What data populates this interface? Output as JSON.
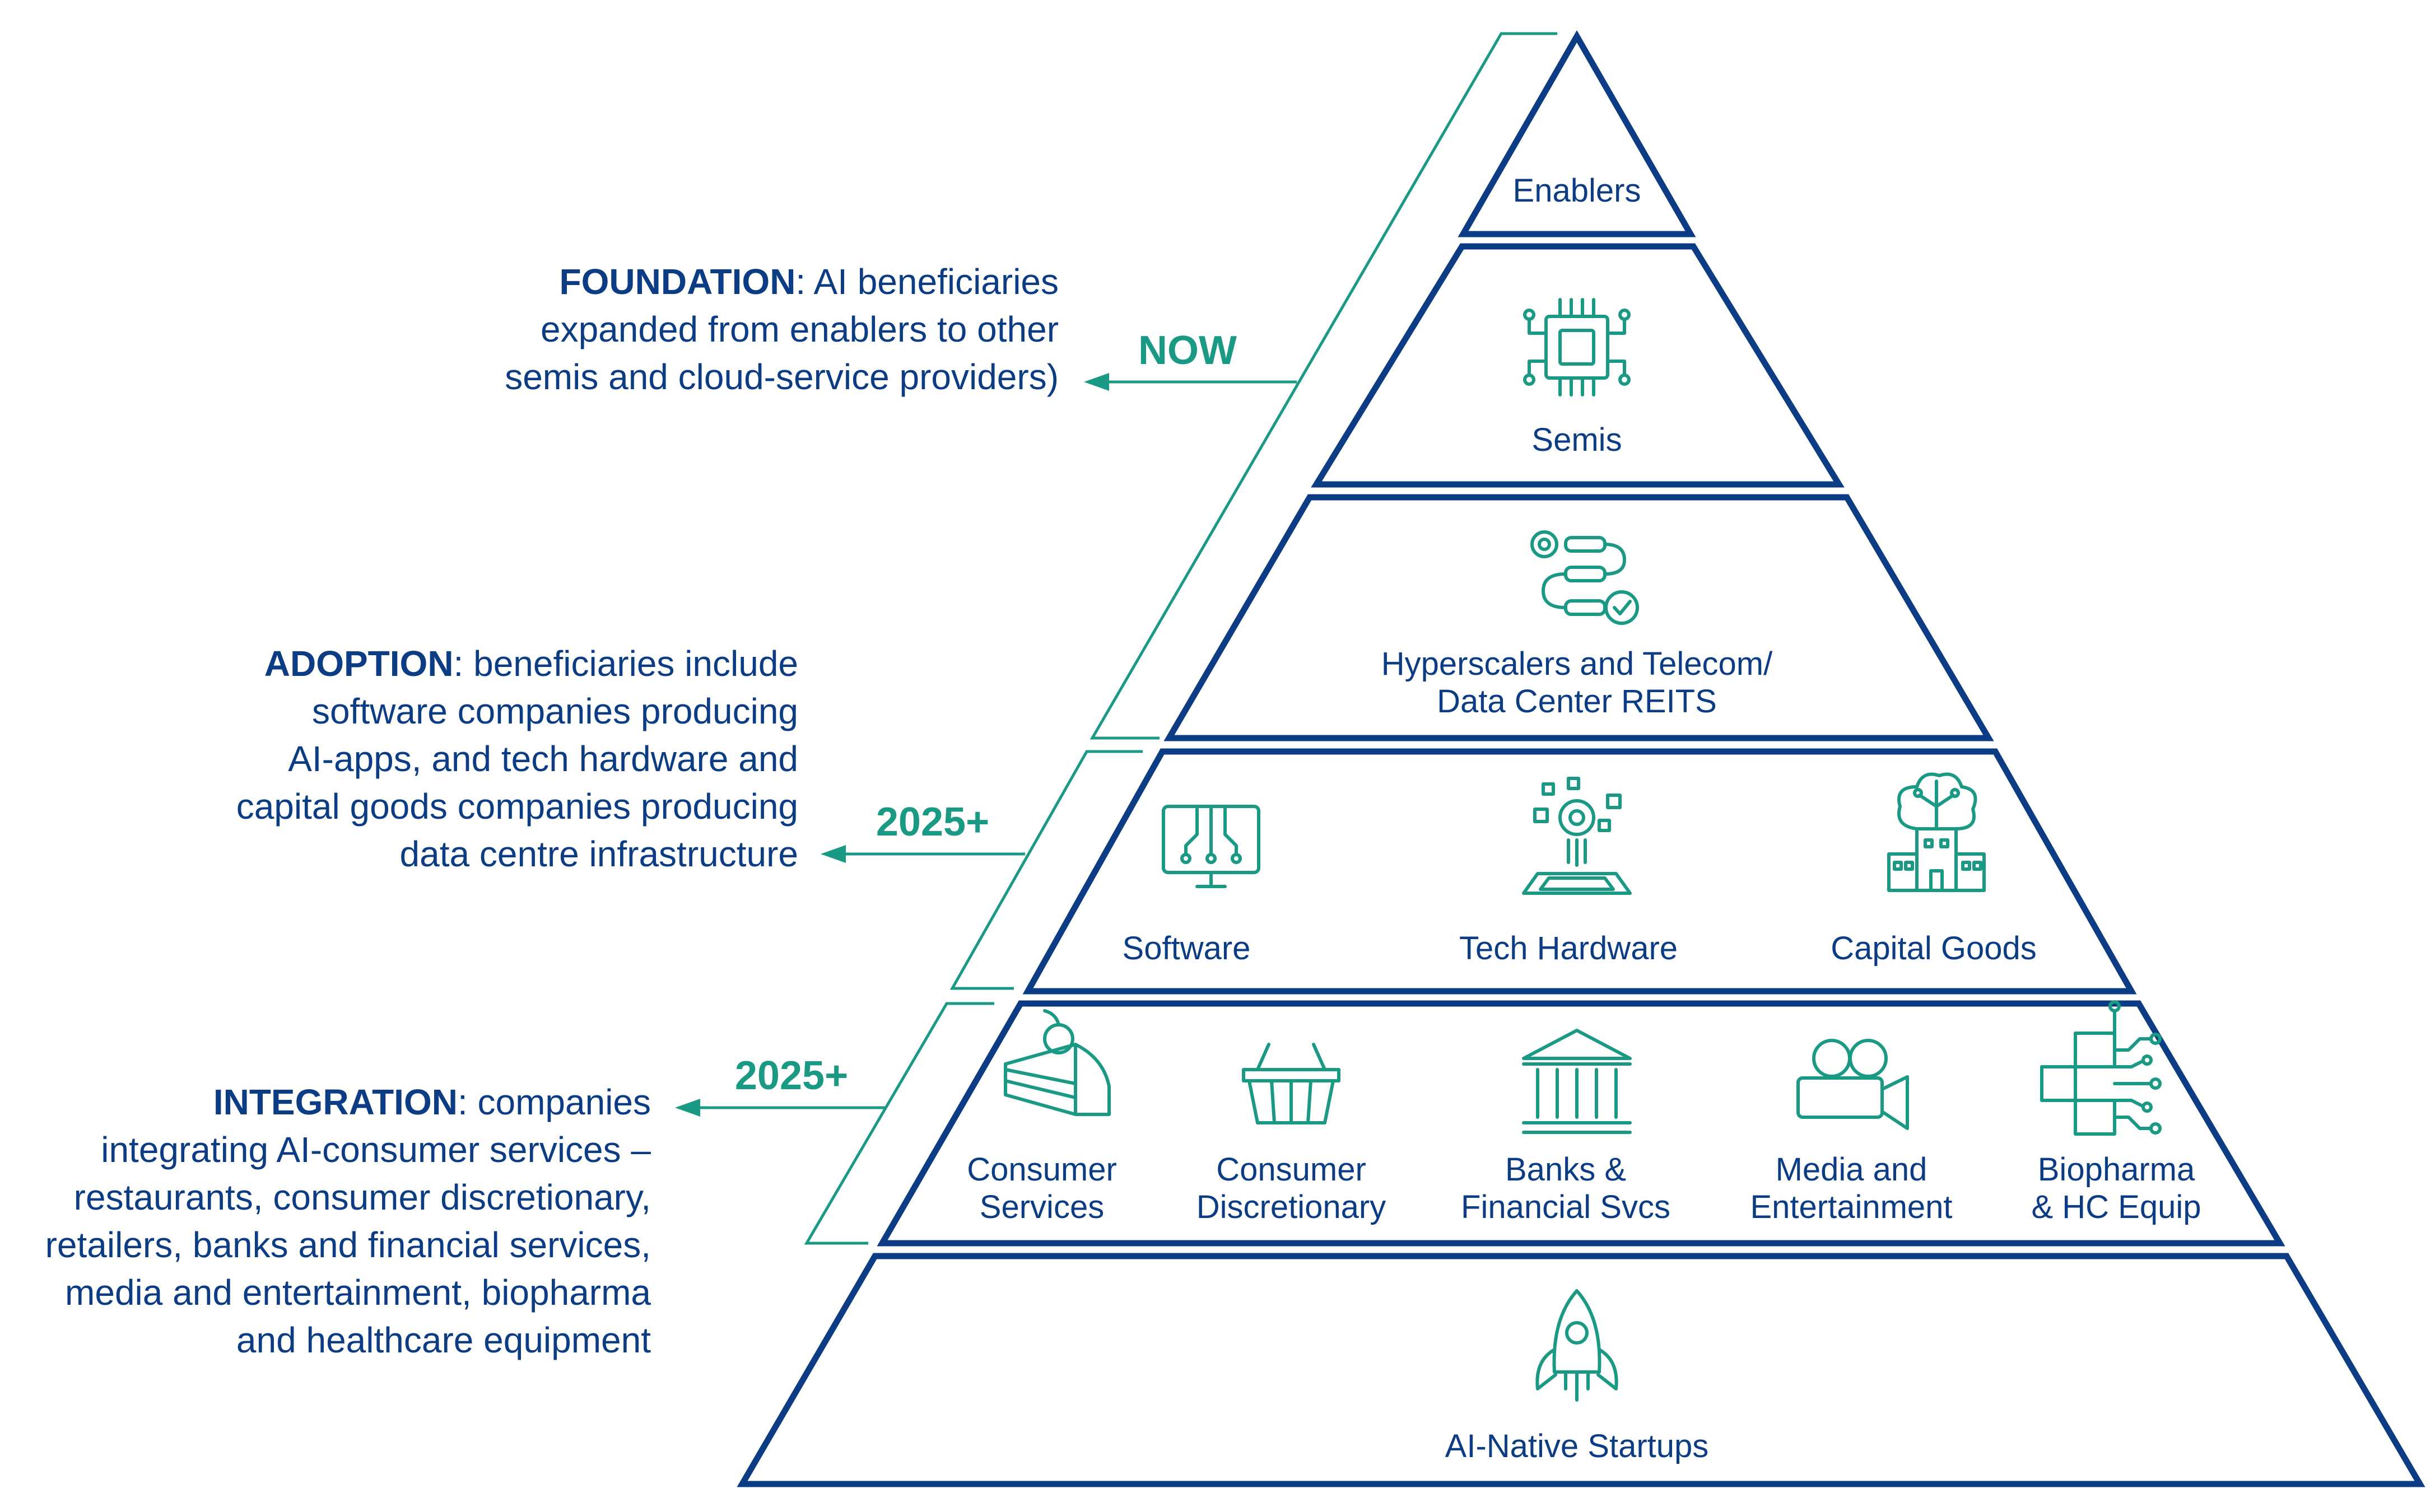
{
  "colors": {
    "navy": "#0b3c84",
    "teal": "#1a9985"
  },
  "tiers": {
    "enablers": {
      "label": "Enablers"
    },
    "semis": {
      "label": "Semis",
      "icon": "chip-icon"
    },
    "hyperscalers": {
      "label_line1": "Hyperscalers and Telecom/",
      "label_line2": "Data Center REITS",
      "icon": "workflow-icon"
    },
    "adoption": {
      "items": [
        {
          "label": "Software",
          "icon": "monitor-circuit-icon"
        },
        {
          "label": "Tech Hardware",
          "icon": "hardware-gear-icon"
        },
        {
          "label": "Capital Goods",
          "icon": "factory-tree-icon"
        }
      ]
    },
    "integration": {
      "items": [
        {
          "line1": "Consumer",
          "line2": "Services",
          "icon": "cake-icon"
        },
        {
          "line1": "Consumer",
          "line2": "Discretionary",
          "icon": "basket-icon"
        },
        {
          "line1": "Banks &",
          "line2": "Financial Svcs",
          "icon": "bank-icon"
        },
        {
          "line1": "Media and",
          "line2": "Entertainment",
          "icon": "video-camera-icon"
        },
        {
          "line1": "Biopharma",
          "line2": "& HC Equip",
          "icon": "medical-cross-icon"
        }
      ]
    },
    "startups": {
      "label": "AI-Native Startups",
      "icon": "rocket-icon"
    }
  },
  "annotations": {
    "foundation": {
      "tag": "NOW",
      "bold": "FOUNDATION",
      "line1_rest": ": AI beneficiaries",
      "line2": "expanded from enablers to other",
      "line3": "semis and cloud-service providers)"
    },
    "adoption": {
      "tag": "2025+",
      "bold": "ADOPTION",
      "line1_rest": ": beneficiaries include",
      "line2": "software companies producing",
      "line3": "AI-apps, and tech hardware and",
      "line4": "capital goods companies producing",
      "line5": "data centre infrastructure"
    },
    "integration": {
      "tag": "2025+",
      "bold": "INTEGRATION",
      "line1_rest": ": companies",
      "line2": "integrating AI-consumer services –",
      "line3": "restaurants, consumer discretionary,",
      "line4": "retailers, banks and financial services,",
      "line5": "media and entertainment, biopharma",
      "line6": "and healthcare equipment"
    }
  }
}
